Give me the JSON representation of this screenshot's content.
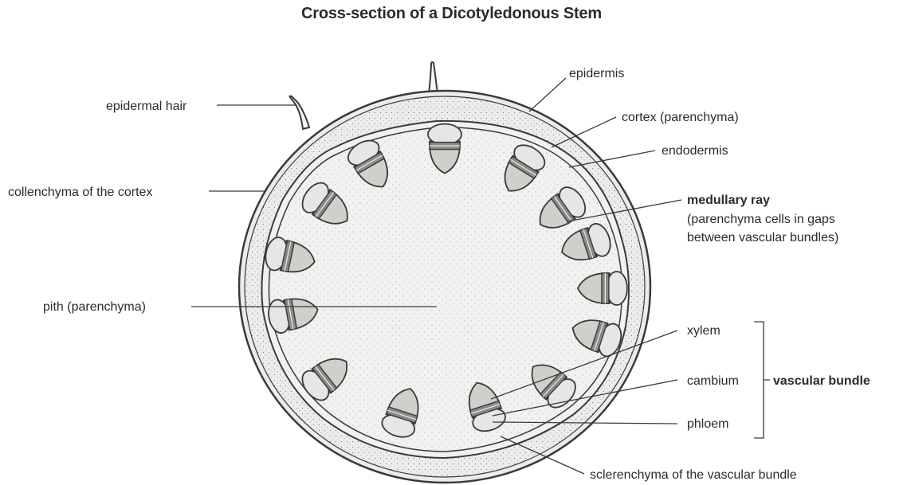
{
  "title": "Cross-section of a Dicotyledonous Stem",
  "labels": {
    "epidermis": "epidermis",
    "epidermal_hair": "epidermal hair",
    "cortex": "cortex (parenchyma)",
    "endodermis": "endodermis",
    "collenchyma": "collenchyma of the cortex",
    "medullary_ray": "medullary ray",
    "medullary_ray_note_1": "(parenchyma cells in gaps",
    "medullary_ray_note_2": "between vascular bundles)",
    "pith": "pith (parenchyma)",
    "xylem": "xylem",
    "cambium": "cambium",
    "vascular_bundle": "vascular bundle",
    "phloem": "phloem",
    "sclerenchyma": "sclerenchyma of the vascular bundle"
  },
  "colors": {
    "outline": "#3a3a3a",
    "cortex_fill": "#ececea",
    "pith_fill": "#f4f4f2",
    "bundle_fill": "#cfcfcc",
    "cap_fill": "#e6e6e4"
  }
}
